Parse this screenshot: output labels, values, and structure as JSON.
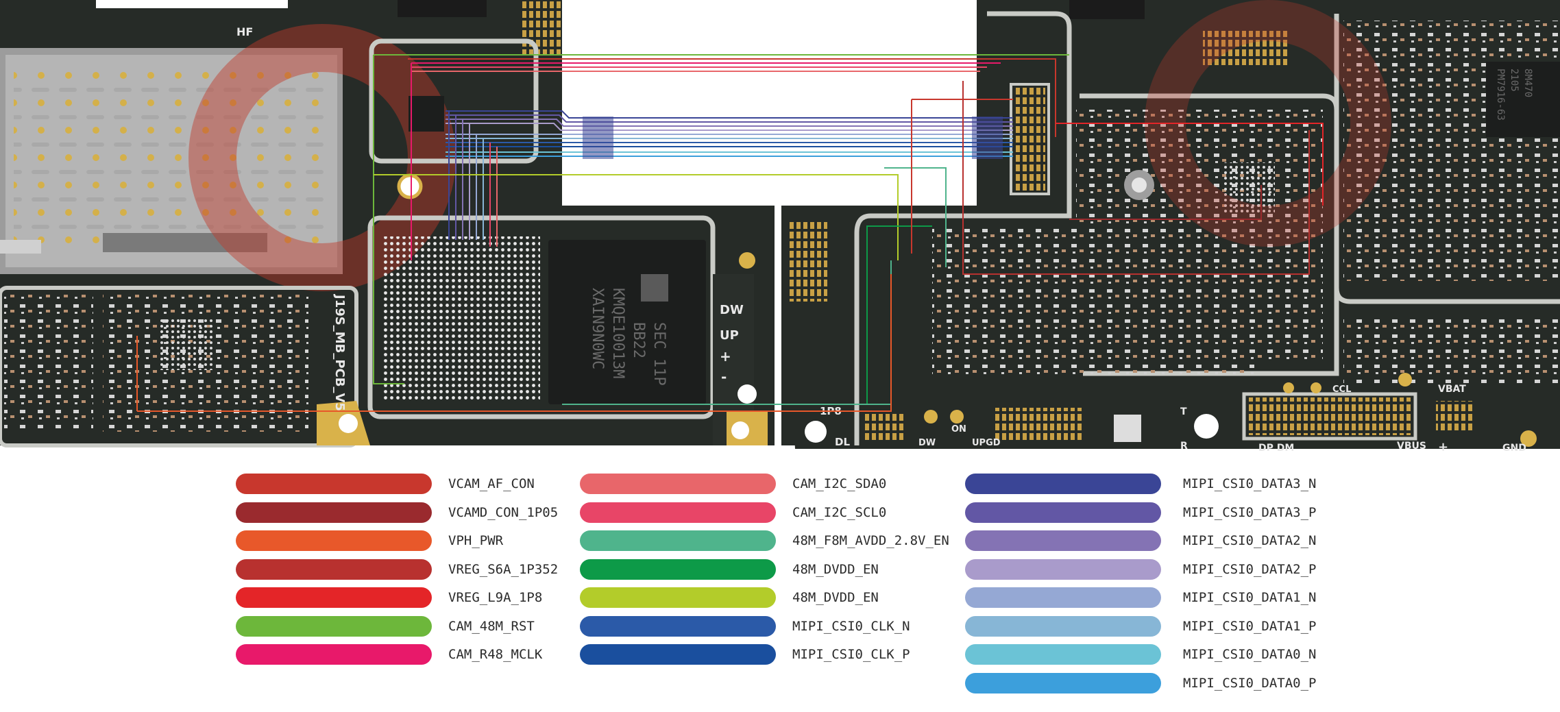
{
  "board": {
    "silkscreen": {
      "pcb_label": "J19S_MB_PCB_V5",
      "hf": "HF",
      "dw": "DW",
      "up": "UP",
      "plus": "+",
      "minus": "-",
      "one_p8": "1P8",
      "dl": "DL",
      "dw2": "DW",
      "on": "ON",
      "upgd": "UPGD",
      "t": "T",
      "r": "R",
      "dp_dm": "DP DM",
      "vbus": "VBUS",
      "plus2": "+",
      "gnd": "GND",
      "vbat": "VBAT",
      "ccl": "CCL"
    },
    "chips": {
      "emmc_line1": "SEC 11P",
      "emmc_line2": "BB22",
      "emmc_line3": "KMQE10013M",
      "emmc_line4": "XAIN9N0WC",
      "pmic_line1": "2105",
      "pmic_line2": "PM7916-63",
      "pmic_line3": "8M470"
    },
    "colors": {
      "pcb": "#262b27",
      "pcb_edge": "#c9cbc6",
      "gold": "#d9b24a",
      "chip": "#1c1e1d",
      "component_tan": "#c99a6b",
      "watermark": "#c0392b"
    }
  },
  "legend": {
    "columns": [
      {
        "items": [
          {
            "label": "VCAM_AF_CON",
            "color": "#c8372d"
          },
          {
            "label": "VCAMD_CON_1P05",
            "color": "#9a2a2e"
          },
          {
            "label": "VPH_PWR",
            "color": "#e8582a"
          },
          {
            "label": "VREG_S6A_1P352",
            "color": "#b8312f"
          },
          {
            "label": "VREG_L9A_1P8",
            "color": "#e42528"
          },
          {
            "label": "CAM_48M_RST",
            "color": "#6db73b"
          },
          {
            "label": "CAM_R48_MCLK",
            "color": "#e8196a"
          }
        ]
      },
      {
        "items": [
          {
            "label": "CAM_I2C_SDA0",
            "color": "#e8666a"
          },
          {
            "label": "CAM_I2C_SCL0",
            "color": "#e84567"
          },
          {
            "label": "48M_F8M_AVDD_2.8V_EN",
            "color": "#4fb48c"
          },
          {
            "label": "48M_DVDD_EN",
            "color": "#0d9a48"
          },
          {
            "label": "48M_DVDD_EN",
            "color": "#b3cc2a"
          },
          {
            "label": "MIPI_CSI0_CLK_N",
            "color": "#2b5aa8"
          },
          {
            "label": "MIPI_CSI0_CLK_P",
            "color": "#1a4f9e"
          }
        ]
      },
      {
        "items": [
          {
            "label": "MIPI_CSI0_DATA3_N",
            "color": "#3a4596"
          },
          {
            "label": "MIPI_CSI0_DATA3_P",
            "color": "#6257a5"
          },
          {
            "label": "MIPI_CSI0_DATA2_N",
            "color": "#8473b4"
          },
          {
            "label": "MIPI_CSI0_DATA2_P",
            "color": "#a99bcb"
          },
          {
            "label": "MIPI_CSI0_DATA1_N",
            "color": "#95a8d4"
          },
          {
            "label": "MIPI_CSI0_DATA1_P",
            "color": "#87b6d6"
          },
          {
            "label": "MIPI_CSI0_DATA0_N",
            "color": "#6bc3d6"
          },
          {
            "label": "MIPI_CSI0_DATA0_P",
            "color": "#3c9fdc"
          }
        ]
      }
    ]
  }
}
